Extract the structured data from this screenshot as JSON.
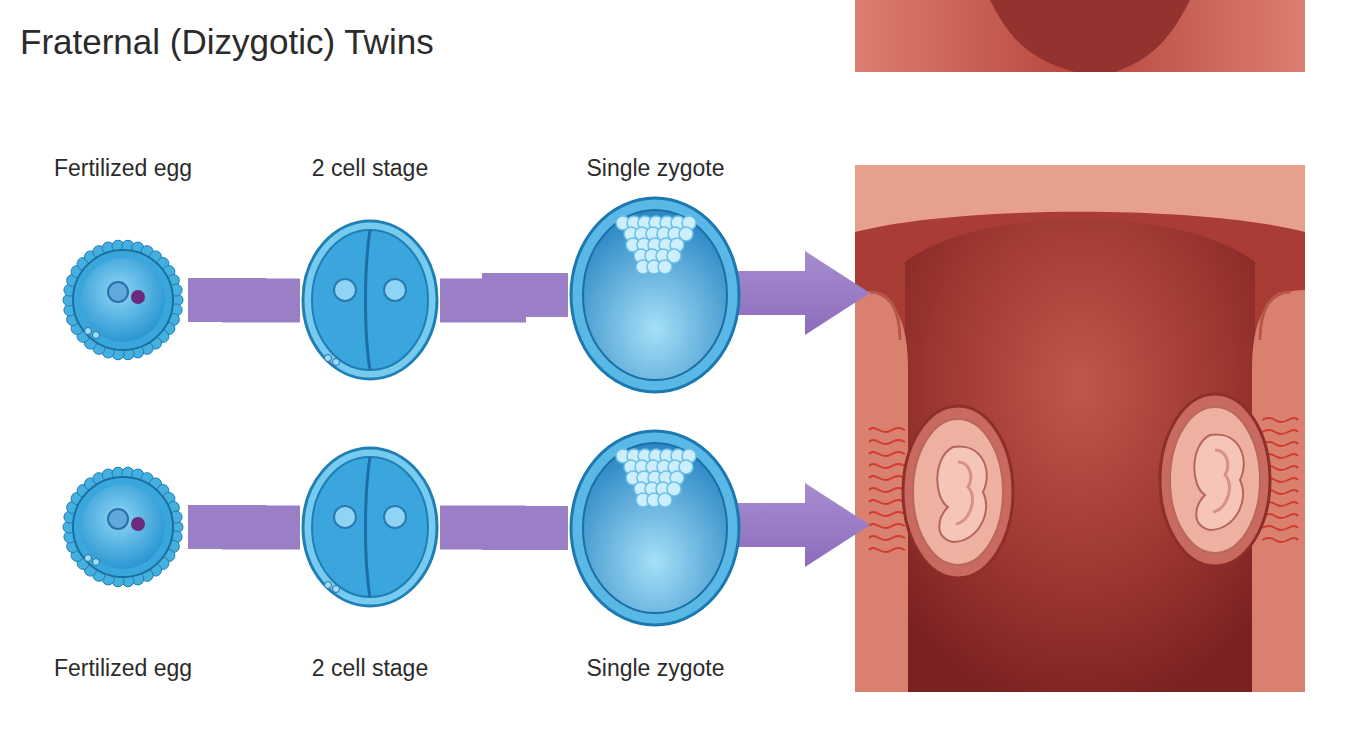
{
  "diagram": {
    "title": "Fraternal (Dizygotic) Twins",
    "nodes": [
      {
        "text": [
          "Fertilized egg"
        ]
      },
      {
        "text": [
          "2 cell stage"
        ]
      },
      {
        "text": [
          "Single zygote"
        ]
      },
      {
        "text": [
          "Fertilized egg"
        ]
      },
      {
        "text": [
          "2 cell stage"
        ]
      },
      {
        "text": [
          "Single zygote"
        ]
      }
    ],
    "edges": [
      {
        "from": 0,
        "to": 1,
        "arrow": "none"
      },
      {
        "from": 1,
        "to": 2,
        "arrow": "none"
      },
      {
        "from": 3,
        "to": 4,
        "arrow": "none"
      },
      {
        "from": 4,
        "to": 5,
        "arrow": "none"
      }
    ]
  }
}
